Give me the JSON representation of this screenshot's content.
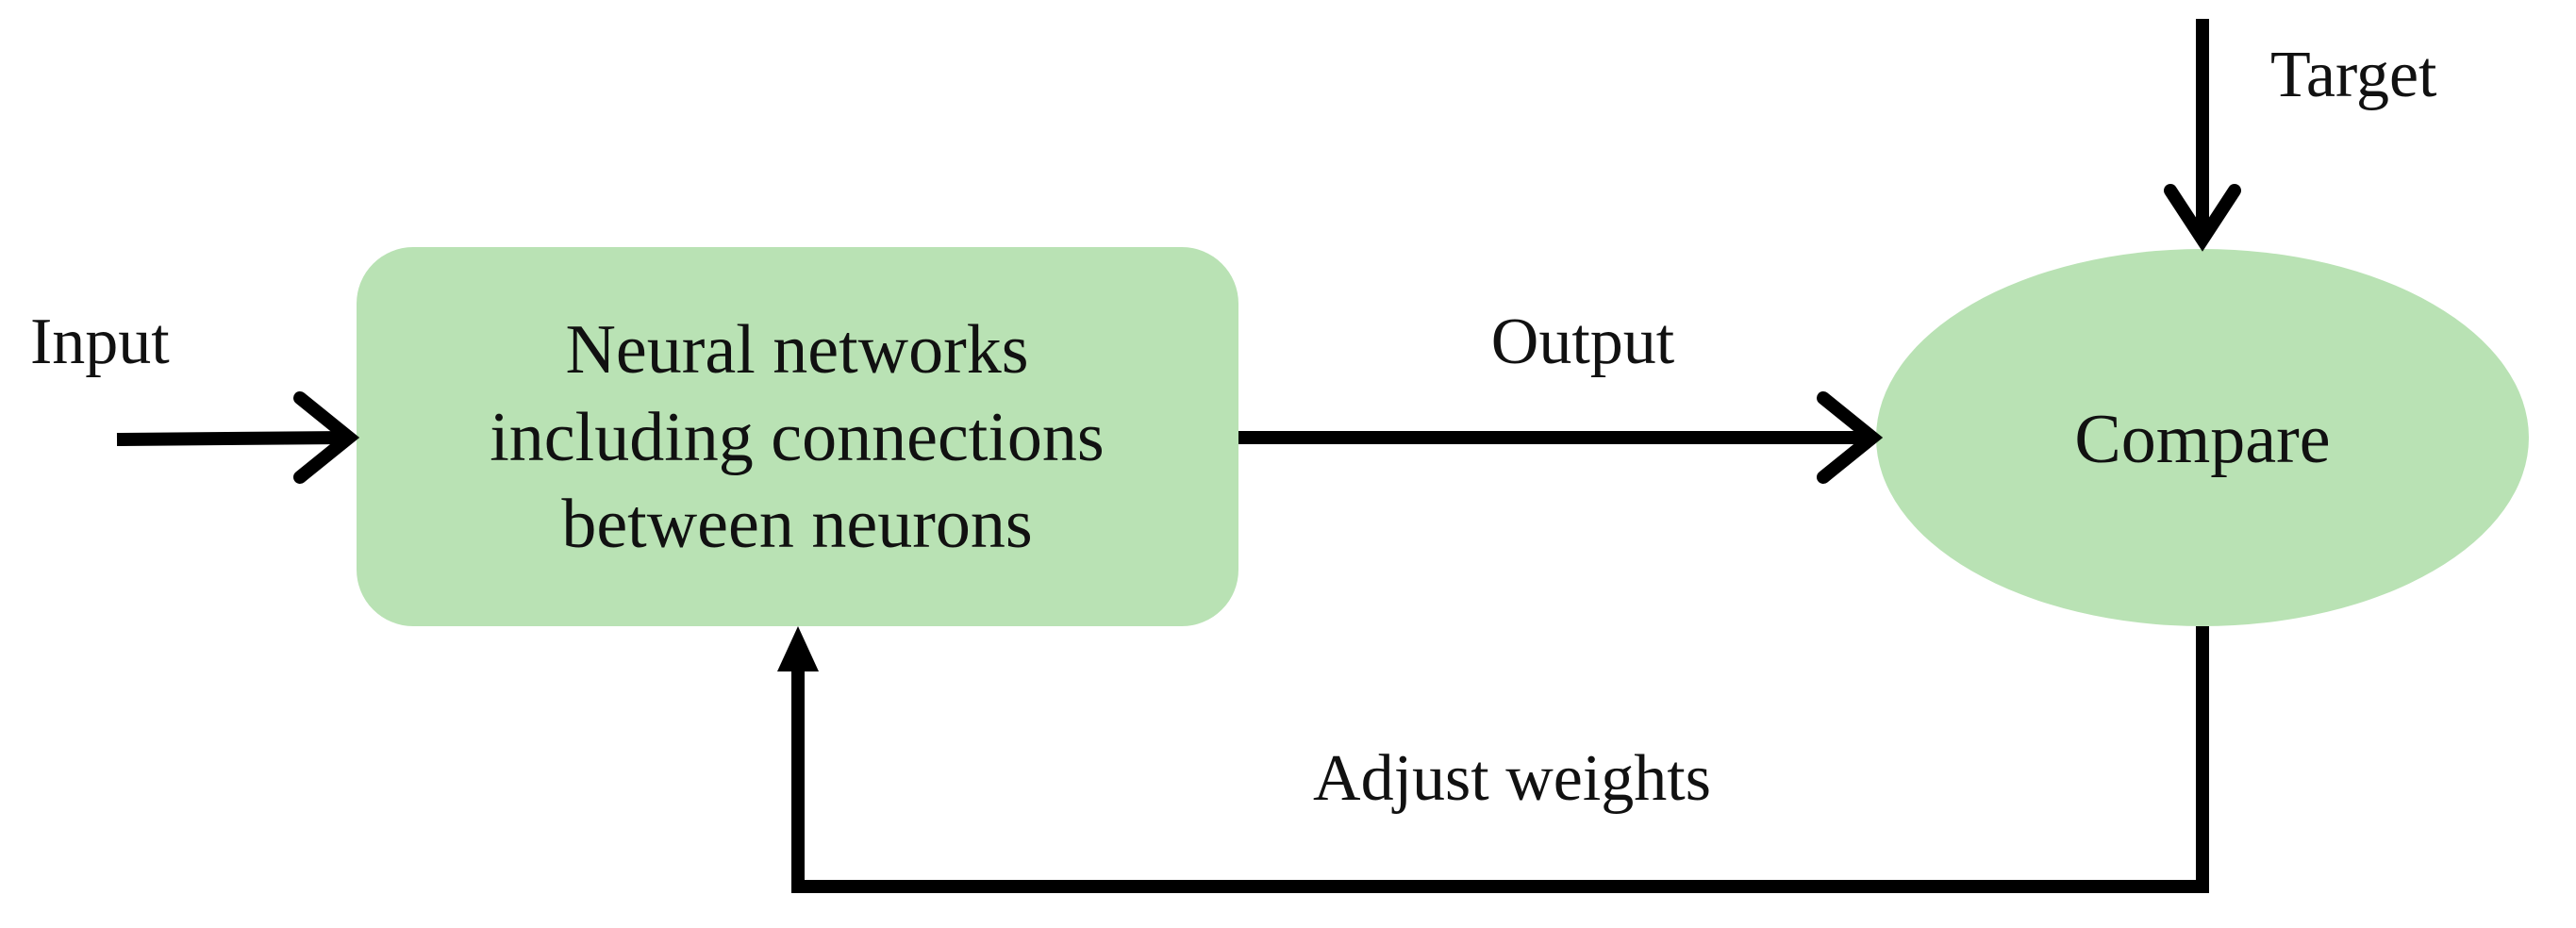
{
  "colors": {
    "node_fill": "#b9e2b4",
    "line": "#000000",
    "text": "#111111",
    "background": "#ffffff"
  },
  "nodes": {
    "network": {
      "shape": "rounded-rectangle",
      "lines": [
        "Neural networks",
        "including connections",
        "between neurons"
      ]
    },
    "compare": {
      "shape": "ellipse",
      "label": "Compare"
    }
  },
  "edges": {
    "input": {
      "label": "Input",
      "from": "",
      "to": "network"
    },
    "output": {
      "label": "Output",
      "from": "network",
      "to": "compare"
    },
    "target": {
      "label": "Target",
      "from": "",
      "to": "compare"
    },
    "feedback": {
      "label": "Adjust weights",
      "from": "compare",
      "to": "network"
    }
  }
}
